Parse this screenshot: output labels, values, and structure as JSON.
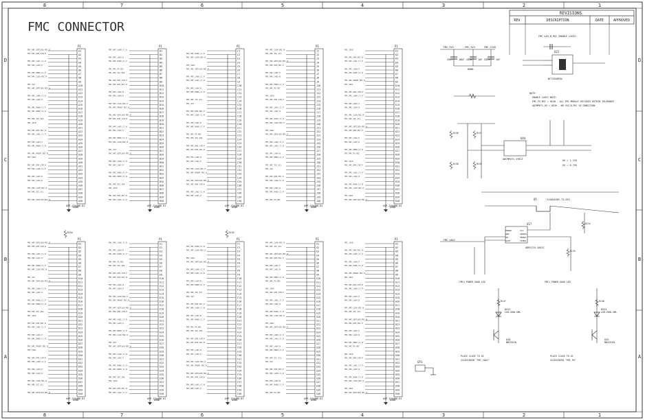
{
  "title": "FMC CONNECTOR",
  "zone_columns": [
    "8",
    "7",
    "6",
    "5",
    "4",
    "3",
    "2",
    "1"
  ],
  "zone_rows": [
    "D",
    "C",
    "B",
    "A"
  ],
  "revisions": {
    "heading": "REVISIONS",
    "columns": [
      "REV",
      "DESCRIPTION",
      "DATE",
      "APPROVED"
    ]
  },
  "connector_ref": "P1",
  "part_number": "ASP-134486-01",
  "ground_label": "DGND",
  "connectors_top": [
    {
      "pins": [
        "A1",
        "A2",
        "A3",
        "A4",
        "A5",
        "A6",
        "A7",
        "A8",
        "A9",
        "A10",
        "A11",
        "A12",
        "A13",
        "A14",
        "A15",
        "A16",
        "A17",
        "A18",
        "A19",
        "A20",
        "A21",
        "A22",
        "A23",
        "A24",
        "A25",
        "A26",
        "A27",
        "A28",
        "A29",
        "A30",
        "A31",
        "A32",
        "A33",
        "A34",
        "A35",
        "A36",
        "A37",
        "A38",
        "A39",
        "A40"
      ]
    },
    {
      "pins": [
        "B1",
        "B2",
        "B3",
        "B4",
        "B5",
        "B6",
        "B7",
        "B8",
        "B9",
        "B10",
        "B11",
        "B12",
        "B13",
        "B14",
        "B15",
        "B16",
        "B17",
        "B18",
        "B19",
        "B20",
        "B21",
        "B22",
        "B23",
        "B24",
        "B25",
        "B26",
        "B27",
        "B28",
        "B29",
        "B30",
        "B31",
        "B32",
        "B33",
        "B34",
        "B35",
        "B36",
        "B37",
        "B38",
        "B39",
        "B40"
      ]
    },
    {
      "pins": [
        "C1",
        "C2",
        "C3",
        "C4",
        "C5",
        "C6",
        "C7",
        "C8",
        "C9",
        "C10",
        "C11",
        "C12",
        "C13",
        "C14",
        "C15",
        "C16",
        "C17",
        "C18",
        "C19",
        "C20",
        "C21",
        "C22",
        "C23",
        "C24",
        "C25",
        "C26",
        "C27",
        "C28",
        "C29",
        "C30",
        "C31",
        "C32",
        "C33",
        "C34",
        "C35",
        "C36",
        "C37",
        "C38",
        "C39",
        "C40"
      ]
    },
    {
      "pins": [
        "J1",
        "J2",
        "J3",
        "J4",
        "J5",
        "J6",
        "J7",
        "J8",
        "J9",
        "J10",
        "J11",
        "J12",
        "J13",
        "J14",
        "J15",
        "J16",
        "J17",
        "J18",
        "J19",
        "J20",
        "J21",
        "J22",
        "J23",
        "J24",
        "J25",
        "J26",
        "J27",
        "J28",
        "J29",
        "J30",
        "J31",
        "J32",
        "J33",
        "J34",
        "J35",
        "J36",
        "J37",
        "J38",
        "J39",
        "J40"
      ]
    },
    {
      "pins": [
        "K1",
        "K2",
        "K3",
        "K4",
        "K5",
        "K6",
        "K7",
        "K8",
        "K9",
        "K10",
        "K11",
        "K12",
        "K13",
        "K14",
        "K15",
        "K16",
        "K17",
        "K18",
        "K19",
        "K20",
        "K21",
        "K22",
        "K23",
        "K24",
        "K25",
        "K26",
        "K27",
        "K28",
        "K29",
        "K30",
        "K31",
        "K32",
        "K33",
        "K34",
        "K35",
        "K36",
        "K37",
        "K38",
        "K39",
        "K40"
      ]
    }
  ],
  "connectors_bottom": [
    {
      "pins": [
        "D1",
        "D2",
        "D3",
        "D4",
        "D5",
        "D6",
        "D7",
        "D8",
        "D9",
        "D10",
        "D11",
        "D12",
        "D13",
        "D14",
        "D15",
        "D16",
        "D17",
        "D18",
        "D19",
        "D20",
        "D21",
        "D22",
        "D23",
        "D24",
        "D25",
        "D26",
        "D27",
        "D28",
        "D29",
        "D30",
        "D31",
        "D32",
        "D33",
        "D34",
        "D35",
        "D36",
        "D37",
        "D38",
        "D39",
        "D40"
      ]
    },
    {
      "pins": [
        "E1",
        "E2",
        "E3",
        "E4",
        "E5",
        "E6",
        "E7",
        "E8",
        "E9",
        "E10",
        "E11",
        "E12",
        "E13",
        "E14",
        "E15",
        "E16",
        "E17",
        "E18",
        "E19",
        "E20",
        "E21",
        "E22",
        "E23",
        "E24",
        "E25",
        "E26",
        "E27",
        "E28",
        "E29",
        "E30",
        "E31",
        "E32",
        "E33",
        "E34",
        "E35",
        "E36",
        "E37",
        "E38",
        "E39",
        "E40"
      ]
    },
    {
      "pins": [
        "F1",
        "F2",
        "F3",
        "F4",
        "F5",
        "F6",
        "F7",
        "F8",
        "F9",
        "F10",
        "F11",
        "F12",
        "F13",
        "F14",
        "F15",
        "F16",
        "F17",
        "F18",
        "F19",
        "F20",
        "F21",
        "F22",
        "F23",
        "F24",
        "F25",
        "F26",
        "F27",
        "F28",
        "F29",
        "F30",
        "F31",
        "F32",
        "F33",
        "F34",
        "F35",
        "F36",
        "F37",
        "F38",
        "F39",
        "F40"
      ]
    },
    {
      "pins": [
        "G1",
        "G2",
        "G3",
        "G4",
        "G5",
        "G6",
        "G7",
        "G8",
        "G9",
        "G10",
        "G11",
        "G12",
        "G13",
        "G14",
        "G15",
        "G16",
        "G17",
        "G18",
        "G19",
        "G20",
        "G21",
        "G22",
        "G23",
        "G24",
        "G25",
        "G26",
        "G27",
        "G28",
        "G29",
        "G30",
        "G31",
        "G32",
        "G33",
        "G34",
        "G35",
        "G36",
        "G37",
        "G38",
        "G39",
        "G40"
      ]
    },
    {
      "pins": [
        "H1",
        "H2",
        "H3",
        "H4",
        "H5",
        "H6",
        "H7",
        "H8",
        "H9",
        "H10",
        "H11",
        "H12",
        "H13",
        "H14",
        "H15",
        "H16",
        "H17",
        "H18",
        "H19",
        "H20",
        "H21",
        "H22",
        "H23",
        "H24",
        "H25",
        "H26",
        "H27",
        "H28",
        "H29",
        "H30",
        "H31",
        "H32",
        "H33",
        "H34",
        "H35",
        "H36",
        "H37",
        "H38",
        "H39",
        "H40"
      ]
    }
  ],
  "net_labels": [
    "FMC_HPC_GBTCLK0_M2C_P",
    "FMC_HPC_GBTCLK0_M2C_N",
    "FMC_HPC_DP0_C2M_P",
    "FMC_HPC_DP0_C2M_N",
    "FMC_HPC_DP0_M2C_P",
    "FMC_HPC_DP0_M2C_N",
    "FMC_HPC_LA00_CC_P",
    "FMC_HPC_LA00_CC_N",
    "FMC_HPC_LA01_CC_P",
    "FMC_HPC_LA01_CC_N",
    "FMC_HPC_LA02_P",
    "FMC_HPC_LA02_N",
    "FMC_HPC_LA03_P",
    "FMC_HPC_LA03_N",
    "FMC_HPC_LA04_P",
    "FMC_HPC_LA04_N",
    "FMC_HPC_HA00_CC_P",
    "FMC_HPC_HA00_CC_N",
    "FMC_HPC_HB00_CC_P",
    "FMC_HPC_HB00_CC_N",
    "FMC_HPC_CLK0_M2C_P",
    "FMC_HPC_CLK0_M2C_N",
    "FMC_HPC_PG_M2C",
    "FMC_HPC_PRSNT_M2C_B",
    "FMC_HPC_IIC_SCL",
    "FMC_HPC_IIC_SDA",
    "FMC_VADJ",
    "FMC_3V3",
    "FMC_12V0",
    "DGND"
  ],
  "power_section": {
    "caps": [
      "C857",
      "C858",
      "C859"
    ],
    "cap_values": [
      "10UF",
      "1UF",
      "1UF"
    ],
    "rails": [
      "FMC_3V3",
      "FMC_3V3",
      "FMC_12V0"
    ],
    "enable_ref": "U22",
    "enable_part": "NC7SZ08P5X",
    "enable_net": "FMC_VIO_B_M2C_ENABLE LOGIC",
    "regulator_ref": "U44",
    "regulator_part": "ADCMP671-1YRJZ",
    "mosfet_ref": "Q5",
    "mosfet_part": "SI4401DDY-T1-GE3",
    "supervisor_ref": "U17",
    "supervisor_part": "ADM1170-1AUJZ",
    "supervisor_pins_left": [
      "PWRGD",
      "GND",
      "ON",
      "GATE"
    ],
    "supervisor_pins_right": [
      "VCC",
      "SENSE+",
      "SENSE-",
      "TIMER"
    ],
    "led_refs": [
      "DS23",
      "DS24"
    ],
    "led_parts": [
      "LED-GRN-SML",
      "LED-GRN-SML"
    ],
    "fet_refs": [
      "Q28",
      "Q33"
    ],
    "fet_parts": [
      "NDS331N",
      "NDS331N"
    ],
    "led_notes": [
      "FMC1_POWER GOOD LED",
      "FMC1_POWER GOOD LED"
    ],
    "notes": [
      "NOTE:",
      "ENABLE LOGIC NOTE:",
      "FMC_PG_M2C = HIGH - ALL FMC MODULE VOLTAGES WITHIN TOLERANCE",
      "ADCMP671_UV = HIGH - NO VIO_B_M2C UV CONDITION"
    ],
    "uv_levels": [
      "UV = 1.15V",
      "OV = 0.75V"
    ],
    "resistors": [
      "R154",
      "R155",
      "R156",
      "R157",
      "R158",
      "R159",
      "R134",
      "R135",
      "R147",
      "R148"
    ],
    "led_place_notes": [
      "PLACE CLOSE TO U1",
      "SILKSCREEN \"FMC_VADJ\"",
      "PLACE CLOSE TO U1",
      "SILKSCREEN \"FMC_PG\""
    ],
    "gp1_ref": "GP1"
  }
}
